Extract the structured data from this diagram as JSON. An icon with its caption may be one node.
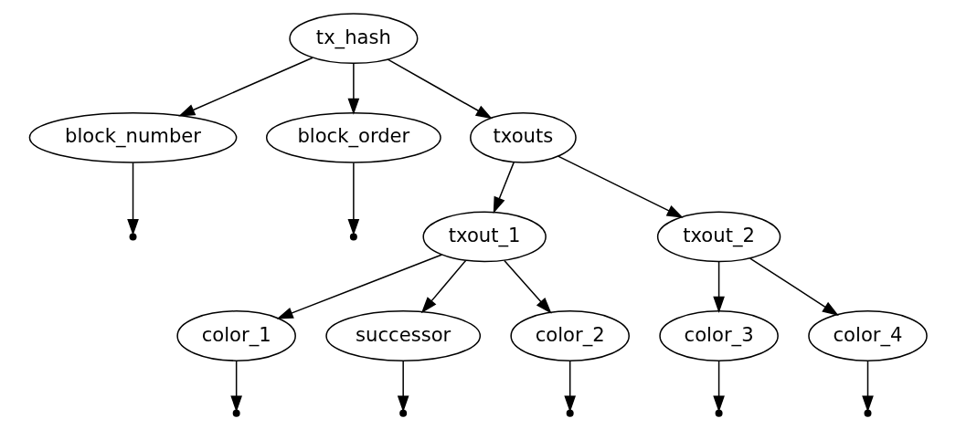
{
  "diagram": {
    "nodes": [
      {
        "text": [
          "tx_hash"
        ]
      },
      {
        "text": [
          "block_number"
        ]
      },
      {
        "text": [
          "block_order"
        ]
      },
      {
        "text": [
          "txouts"
        ]
      },
      {
        "text": [],
        "shape": "point"
      },
      {
        "text": [],
        "shape": "point"
      },
      {
        "text": [
          "txout_1"
        ]
      },
      {
        "text": [
          "txout_2"
        ]
      },
      {
        "text": [
          "color_1"
        ]
      },
      {
        "text": [
          "successor"
        ]
      },
      {
        "text": [
          "color_2"
        ]
      },
      {
        "text": [
          "color_3"
        ]
      },
      {
        "text": [
          "color_4"
        ]
      },
      {
        "text": [],
        "shape": "point"
      },
      {
        "text": [],
        "shape": "point"
      },
      {
        "text": [],
        "shape": "point"
      },
      {
        "text": [],
        "shape": "point"
      },
      {
        "text": [],
        "shape": "point"
      }
    ],
    "edges": [
      {
        "from": 0,
        "to": 1,
        "arrow": "to"
      },
      {
        "from": 0,
        "to": 2,
        "arrow": "to"
      },
      {
        "from": 0,
        "to": 3,
        "arrow": "to"
      },
      {
        "from": 1,
        "to": 4,
        "arrow": "to"
      },
      {
        "from": 2,
        "to": 5,
        "arrow": "to"
      },
      {
        "from": 3,
        "to": 6,
        "arrow": "to"
      },
      {
        "from": 3,
        "to": 7,
        "arrow": "to"
      },
      {
        "from": 6,
        "to": 8,
        "arrow": "to"
      },
      {
        "from": 6,
        "to": 9,
        "arrow": "to"
      },
      {
        "from": 6,
        "to": 10,
        "arrow": "to"
      },
      {
        "from": 7,
        "to": 11,
        "arrow": "to"
      },
      {
        "from": 7,
        "to": 12,
        "arrow": "to"
      },
      {
        "from": 8,
        "to": 13,
        "arrow": "to"
      },
      {
        "from": 9,
        "to": 14,
        "arrow": "to"
      },
      {
        "from": 10,
        "to": 15,
        "arrow": "to"
      },
      {
        "from": 11,
        "to": 16,
        "arrow": "to"
      },
      {
        "from": 12,
        "to": 17,
        "arrow": "to"
      }
    ]
  }
}
